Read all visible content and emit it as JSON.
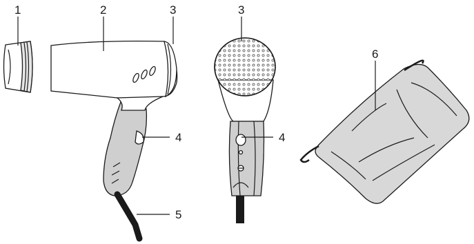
{
  "figure": {
    "callouts": [
      {
        "id": "c1",
        "number": "1"
      },
      {
        "id": "c2",
        "number": "2"
      },
      {
        "id": "c3a",
        "number": "3"
      },
      {
        "id": "c3b",
        "number": "3"
      },
      {
        "id": "c4a",
        "number": "4"
      },
      {
        "id": "c4b",
        "number": "4"
      },
      {
        "id": "c5",
        "number": "5"
      },
      {
        "id": "c6",
        "number": "6"
      }
    ]
  },
  "colors": {
    "outline": "#1a1a1a",
    "body_fill": "#ffffff",
    "grip_fill": "#cfcfcf",
    "cord": "#1a1a1a",
    "pouch_fill": "#d8d8d8"
  },
  "icons": {
    "nozzle": "concentrator-nozzle-icon",
    "dryer_side": "hair-dryer-side-view-icon",
    "dryer_back": "hair-dryer-rear-view-icon",
    "pouch": "storage-pouch-icon"
  }
}
